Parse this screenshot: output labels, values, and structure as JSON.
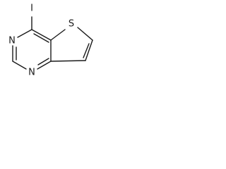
{
  "molecule": {
    "atoms": {
      "iodine": "I",
      "sulfur": "S",
      "nitrogen_top": "N",
      "nitrogen_bottom": "N"
    }
  }
}
